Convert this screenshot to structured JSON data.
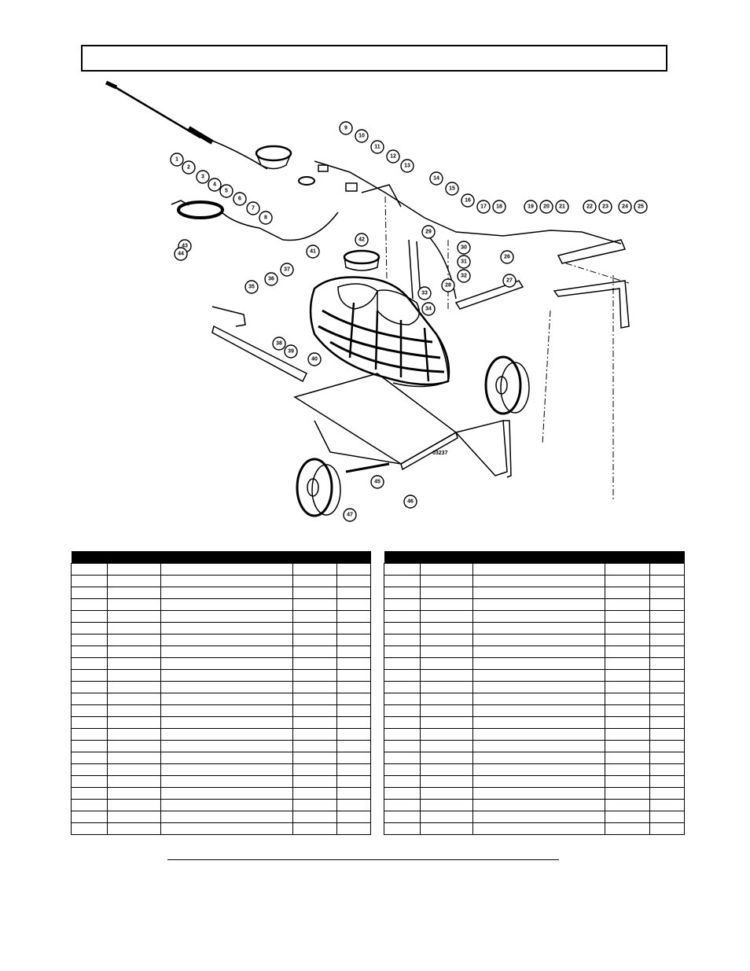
{
  "page": {
    "title": "",
    "footer_text": ""
  },
  "diagram": {
    "stamp": "03237",
    "callouts": [
      "1",
      "2",
      "3",
      "4",
      "5",
      "6",
      "7",
      "8",
      "9",
      "10",
      "11",
      "12",
      "13",
      "14",
      "15",
      "16",
      "17",
      "18",
      "19",
      "20",
      "21",
      "22",
      "23",
      "24",
      "25",
      "26",
      "27",
      "28",
      "29",
      "30",
      "31",
      "32",
      "33",
      "34",
      "35",
      "36",
      "37",
      "38",
      "39",
      "40",
      "41",
      "42",
      "43",
      "44",
      "45",
      "46",
      "47"
    ]
  },
  "left_table": {
    "headers": [
      "",
      "",
      "",
      "",
      ""
    ],
    "row_count": 23
  },
  "right_table": {
    "headers": [
      "",
      "",
      "",
      "",
      ""
    ],
    "row_count": 23
  }
}
